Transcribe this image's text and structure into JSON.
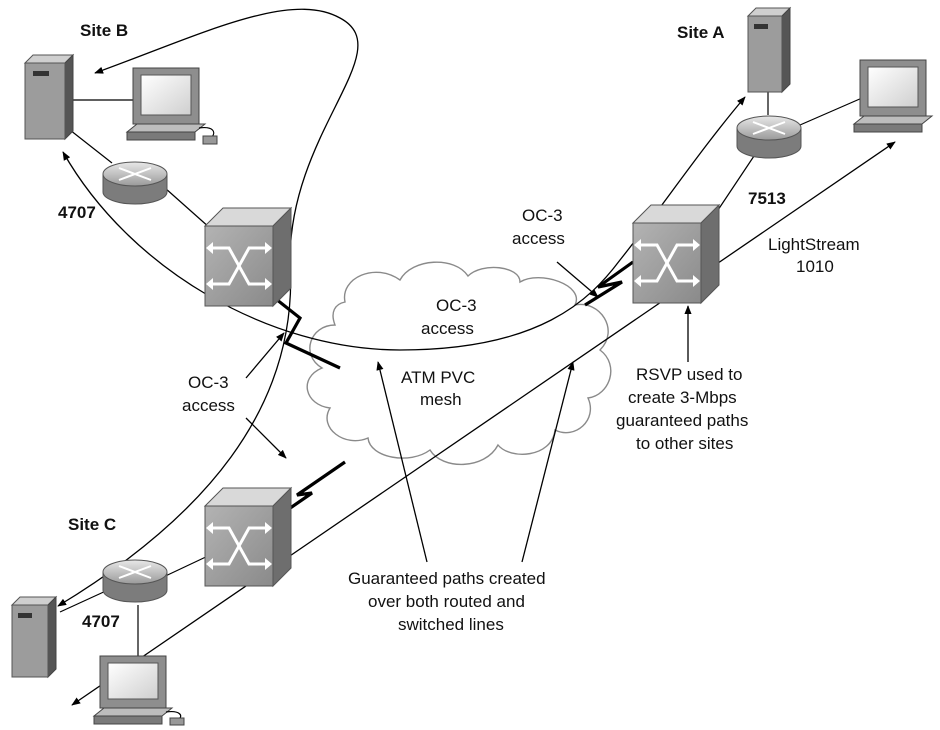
{
  "sites": {
    "a": {
      "label": "Site A",
      "router": "7513"
    },
    "b": {
      "label": "Site B",
      "router": "4707"
    },
    "c": {
      "label": "Site C",
      "router": "4707"
    }
  },
  "switch_a": {
    "line1": "LightStream",
    "line2": "1010"
  },
  "cloud": {
    "line1": "ATM PVC",
    "line2": "mesh"
  },
  "oc3_access": {
    "line1": "OC-3",
    "line2": "access"
  },
  "rsvp_note": [
    "RSVP used to",
    "create 3-Mbps",
    "guaranteed paths",
    "to other sites"
  ],
  "guaranteed_note": [
    "Guaranteed paths created",
    "over both routed and",
    "switched lines"
  ]
}
